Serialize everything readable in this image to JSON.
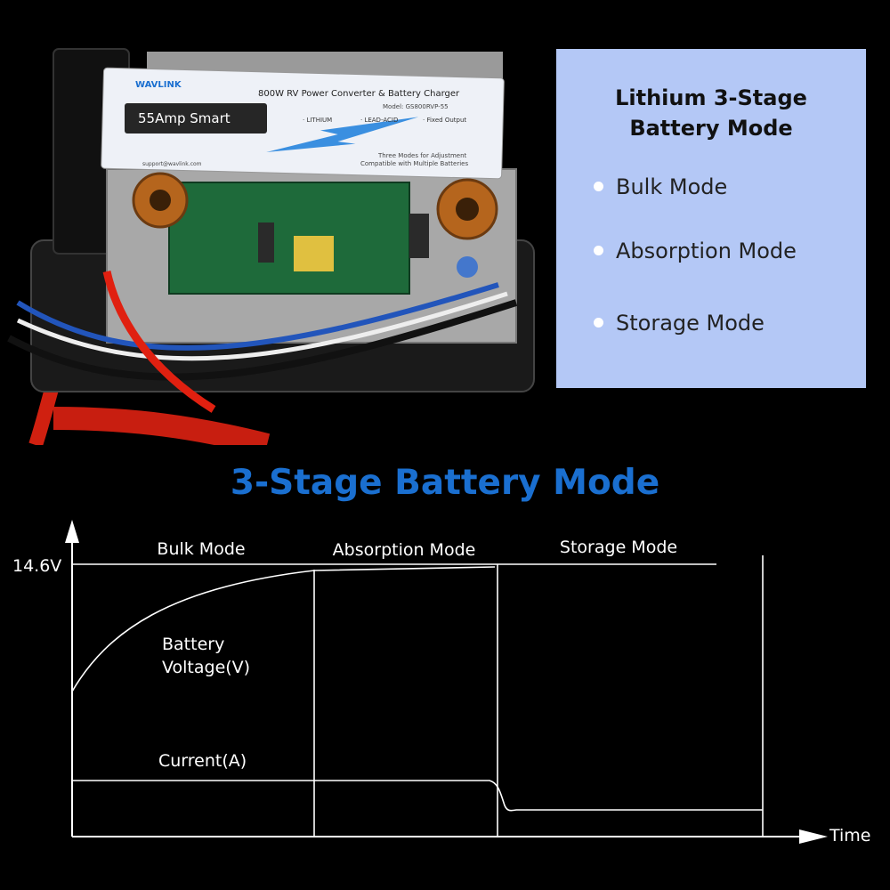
{
  "product": {
    "brand": "WAVLINK",
    "label_title": "800W RV Power Converter & Battery Charger",
    "model": "Model: GS800RVP-55",
    "badge": "55Amp Smart",
    "modes": [
      "· LITHIUM",
      "· LEAD-ACID",
      "· Fixed Output"
    ],
    "note_line1": "Three Modes for Adjustment",
    "note_line2": "Compatible with Multiple Batteries",
    "support": "support@wavlink.com"
  },
  "info_box": {
    "title_line1": "Lithium 3-Stage",
    "title_line2": "Battery Mode",
    "items": [
      "Bulk Mode",
      "Absorption Mode",
      "Storage Mode"
    ]
  },
  "diagram": {
    "title": "3-Stage Battery Mode",
    "voltage_tick": "14.6V",
    "x_axis_label": "Time",
    "stages": [
      "Bulk Mode",
      "Absorption Mode",
      "Storage Mode"
    ],
    "voltage_label_line1": "Battery",
    "voltage_label_line2": "Voltage(V)",
    "current_label": "Current(A)"
  }
}
